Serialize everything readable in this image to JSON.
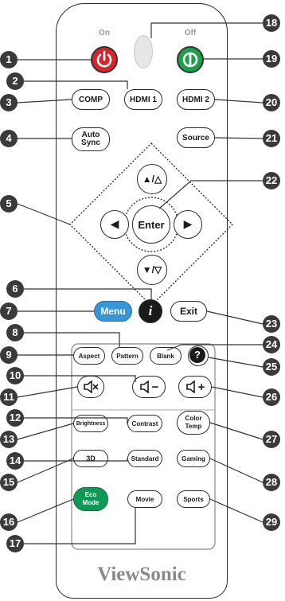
{
  "remote": {
    "power_on_label": "On",
    "power_off_label": "Off",
    "on_color": "#d6262b",
    "off_color": "#18a04a",
    "menu_color": "#3a95d6",
    "eco_color": "#0e9a55",
    "brand": "ViewSonic",
    "buttons": {
      "hdmi1": "HDMI 1",
      "comp": "COMP",
      "hdmi2": "HDMI 2",
      "auto_sync": "Auto\nSync",
      "source": "Source",
      "enter": "Enter",
      "menu": "Menu",
      "info": "i",
      "exit": "Exit",
      "pattern": "Pattern",
      "aspect": "Aspect",
      "blank": "Blank",
      "help": "?",
      "vol_down": "−",
      "vol_up": "+",
      "brightness": "Brightness",
      "contrast": "Contrast",
      "color_temp": "Color\nTemp",
      "three_d": "3D",
      "standard": "Standard",
      "gaming": "Gaming",
      "eco_mode": "Eco\nMode",
      "movie": "Movie",
      "sports": "Sports",
      "up": "▲/△",
      "down": "▼/▽",
      "left": "◀",
      "right": "▶"
    }
  },
  "callouts": [
    "1",
    "2",
    "3",
    "4",
    "5",
    "6",
    "7",
    "8",
    "9",
    "10",
    "11",
    "12",
    "13",
    "14",
    "15",
    "16",
    "17",
    "18",
    "19",
    "20",
    "21",
    "22",
    "23",
    "24",
    "25",
    "26",
    "27",
    "28",
    "29"
  ]
}
